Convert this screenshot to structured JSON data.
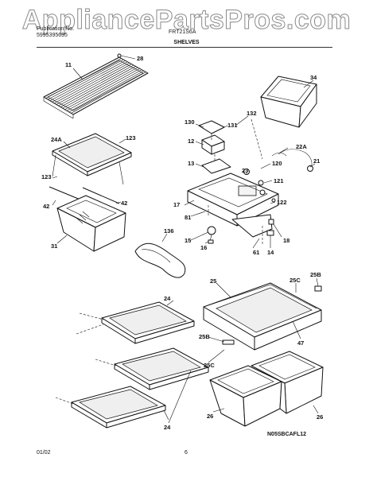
{
  "header": {
    "brand": "Publication No.",
    "pubno": "5995395695",
    "model": "FRT21S6A",
    "title": "SHELVES",
    "watermark": "AppliancePartsPros.com"
  },
  "footer": {
    "date": "01/02",
    "page": "6",
    "drawing_code": "N05SBCAFL12"
  },
  "callouts": [
    "11",
    "28",
    "34",
    "130",
    "131",
    "132",
    "12",
    "22A",
    "123",
    "24A",
    "13",
    "120",
    "21",
    "23",
    "121",
    "123",
    "17",
    "42",
    "42",
    "122",
    "81",
    "136",
    "15",
    "16",
    "61",
    "14",
    "18",
    "31",
    "25B",
    "25",
    "25C",
    "24",
    "47",
    "25B",
    "25C",
    "24",
    "26",
    "26"
  ]
}
